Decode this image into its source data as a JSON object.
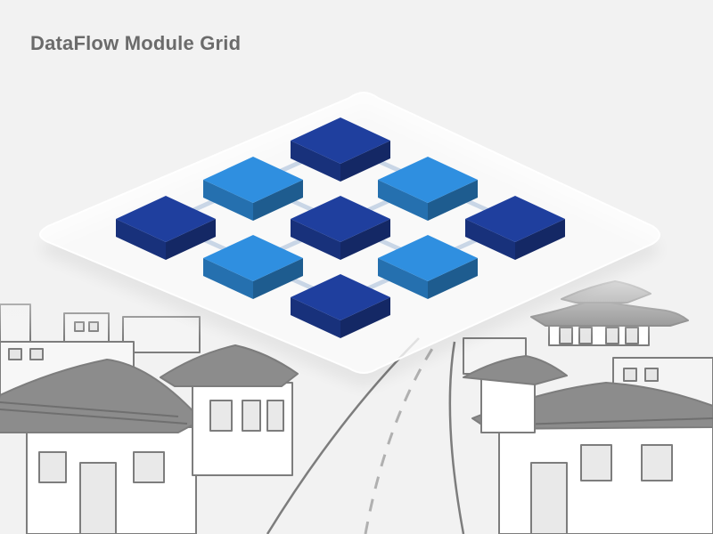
{
  "title": "DataFlow Module Grid",
  "colors": {
    "background": "#f2f2f2",
    "platform": "#ffffff",
    "module_dark": "#1f3f9e",
    "module_light": "#2f8fe0",
    "connector": "#c9d6e6",
    "town_ink": "#7d7d7d",
    "town_roof": "#8c8c8c"
  },
  "modules": [
    {
      "id": "m1",
      "tone": "dark"
    },
    {
      "id": "m2",
      "tone": "light"
    },
    {
      "id": "m3",
      "tone": "light"
    },
    {
      "id": "m4",
      "tone": "dark"
    },
    {
      "id": "m5",
      "tone": "dark"
    },
    {
      "id": "m6",
      "tone": "dark"
    },
    {
      "id": "m7",
      "tone": "light"
    },
    {
      "id": "m8",
      "tone": "light"
    },
    {
      "id": "m9",
      "tone": "dark"
    }
  ],
  "connections": [
    [
      "m2",
      "m1"
    ],
    [
      "m1",
      "m3"
    ],
    [
      "m4",
      "m2"
    ],
    [
      "m2",
      "m5"
    ],
    [
      "m5",
      "m3"
    ],
    [
      "m3",
      "m6"
    ],
    [
      "m4",
      "m7"
    ],
    [
      "m7",
      "m5"
    ],
    [
      "m5",
      "m8"
    ],
    [
      "m8",
      "m6"
    ],
    [
      "m7",
      "m9"
    ],
    [
      "m9",
      "m8"
    ]
  ]
}
